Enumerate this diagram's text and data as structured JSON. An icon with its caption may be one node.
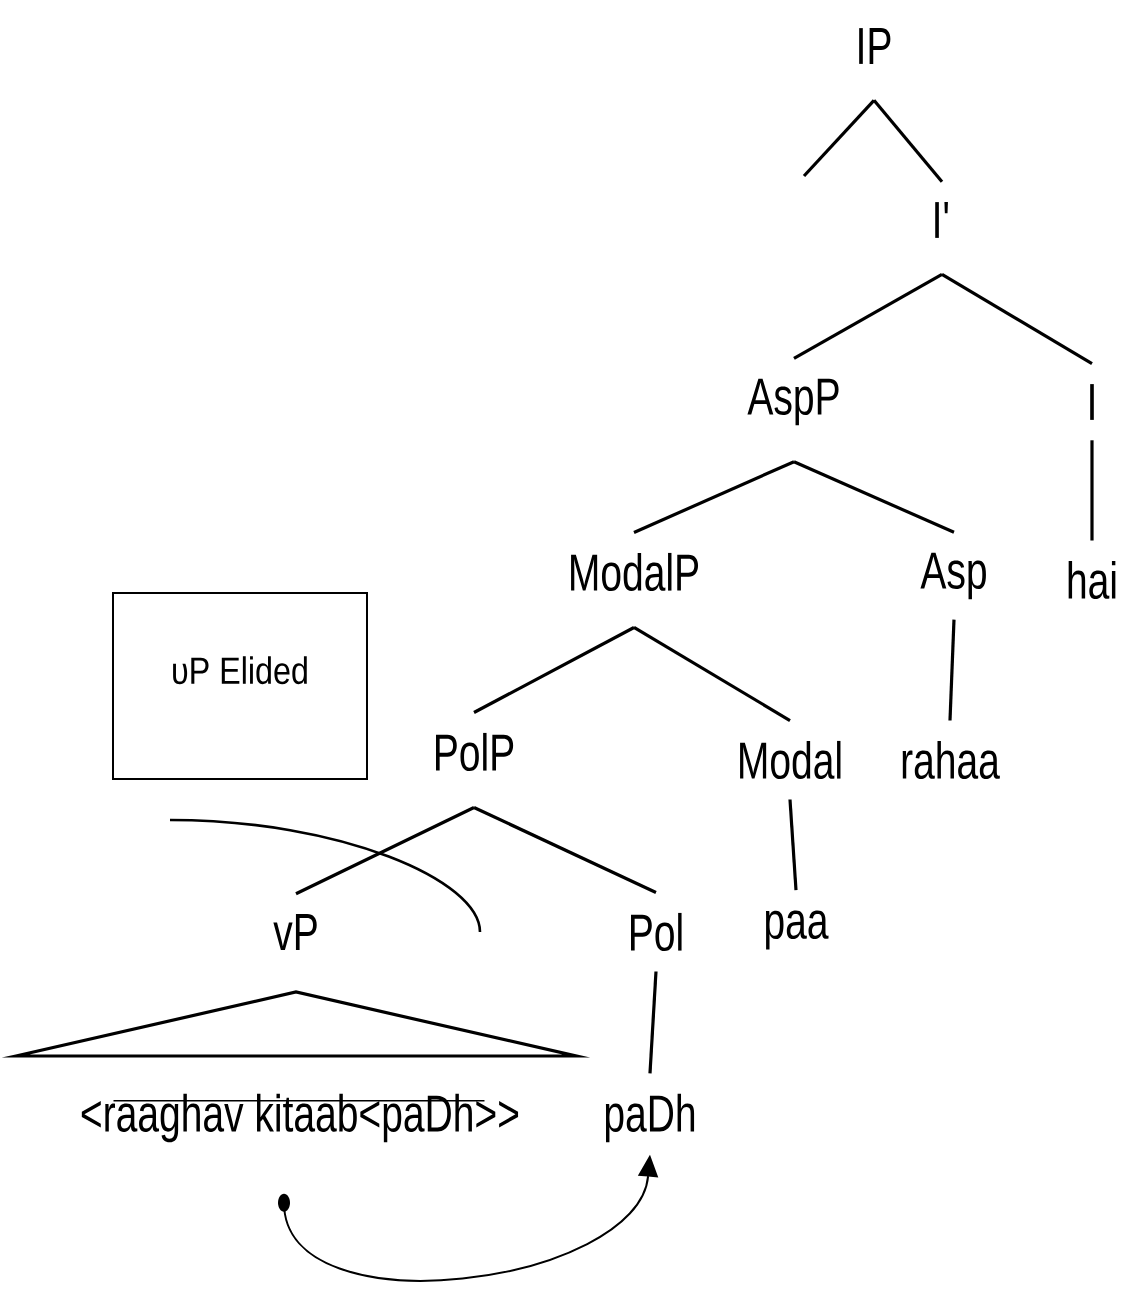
{
  "diagram": {
    "nodes": [
      {
        "text": [
          "IP"
        ]
      },
      {
        "text": [
          "I'"
        ]
      },
      {
        "text": [
          "AspP"
        ]
      },
      {
        "text": [
          "I"
        ]
      },
      {
        "text": [
          "hai"
        ]
      },
      {
        "text": [
          "ModalP"
        ]
      },
      {
        "text": [
          "Asp"
        ]
      },
      {
        "text": [
          "rahaa"
        ]
      },
      {
        "text": [
          "Modal"
        ]
      },
      {
        "text": [
          "paa"
        ]
      },
      {
        "text": [
          "PolP"
        ]
      },
      {
        "text": [
          "Pol"
        ]
      },
      {
        "text": [
          "paDh"
        ]
      },
      {
        "text": [
          "vP"
        ]
      },
      {
        "text": [
          "<raaghav kitaab<paDh>>"
        ]
      },
      {
        "text": [
          "υP Elided"
        ]
      }
    ],
    "edges": [
      {
        "from": 0,
        "to": null,
        "arrow": "none"
      },
      {
        "from": 0,
        "to": 1,
        "arrow": "none"
      },
      {
        "from": 1,
        "to": 2,
        "arrow": "none"
      },
      {
        "from": 1,
        "to": 3,
        "arrow": "none"
      },
      {
        "from": 3,
        "to": 4,
        "arrow": "none"
      },
      {
        "from": 2,
        "to": 5,
        "arrow": "none"
      },
      {
        "from": 2,
        "to": 6,
        "arrow": "none"
      },
      {
        "from": 6,
        "to": 7,
        "arrow": "none"
      },
      {
        "from": 5,
        "to": 10,
        "arrow": "none"
      },
      {
        "from": 5,
        "to": 8,
        "arrow": "none"
      },
      {
        "from": 8,
        "to": 9,
        "arrow": "none"
      },
      {
        "from": 10,
        "to": 13,
        "arrow": "none"
      },
      {
        "from": 10,
        "to": 11,
        "arrow": "none"
      },
      {
        "from": 11,
        "to": 12,
        "arrow": "none"
      },
      {
        "from": 14,
        "to": 12,
        "arrow": "to"
      }
    ]
  }
}
